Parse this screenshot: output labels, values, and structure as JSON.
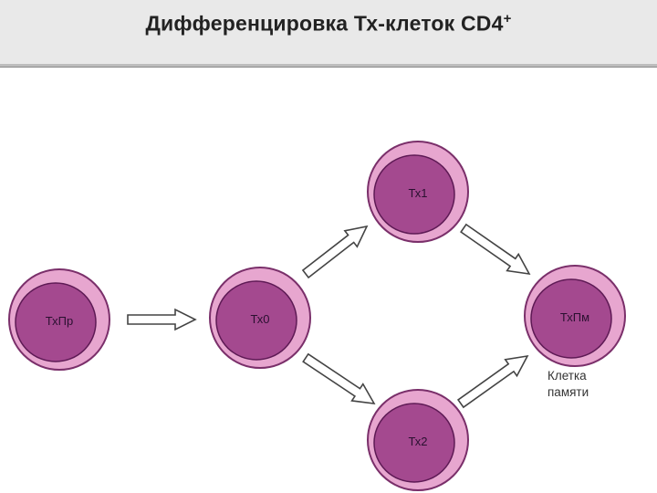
{
  "title": {
    "main": "Дифференцировка Тх-клеток CD4",
    "superscript": "+"
  },
  "cells": [
    {
      "id": "thp",
      "label": "ТхПр"
    },
    {
      "id": "th0",
      "label": "Тх0"
    },
    {
      "id": "th1",
      "label": "Тх1"
    },
    {
      "id": "th2",
      "label": "Тх2"
    },
    {
      "id": "thm",
      "label": "ТхПм"
    }
  ],
  "arrows": [
    {
      "from": "thp",
      "to": "th0"
    },
    {
      "from": "th0",
      "to": "th1"
    },
    {
      "from": "th0",
      "to": "th2"
    },
    {
      "from": "th1",
      "to": "thm"
    },
    {
      "from": "th2",
      "to": "thm"
    }
  ],
  "memory_note": {
    "line1": "Клетка",
    "line2": "памяти"
  },
  "colors": {
    "membrane": "#e7a6cf",
    "membrane_edge": "#7a2f6a",
    "nucleus": "#a4498f",
    "nucleus_edge": "#5e1a55",
    "arrow_fill": "#ffffff",
    "arrow_stroke": "#444444"
  }
}
